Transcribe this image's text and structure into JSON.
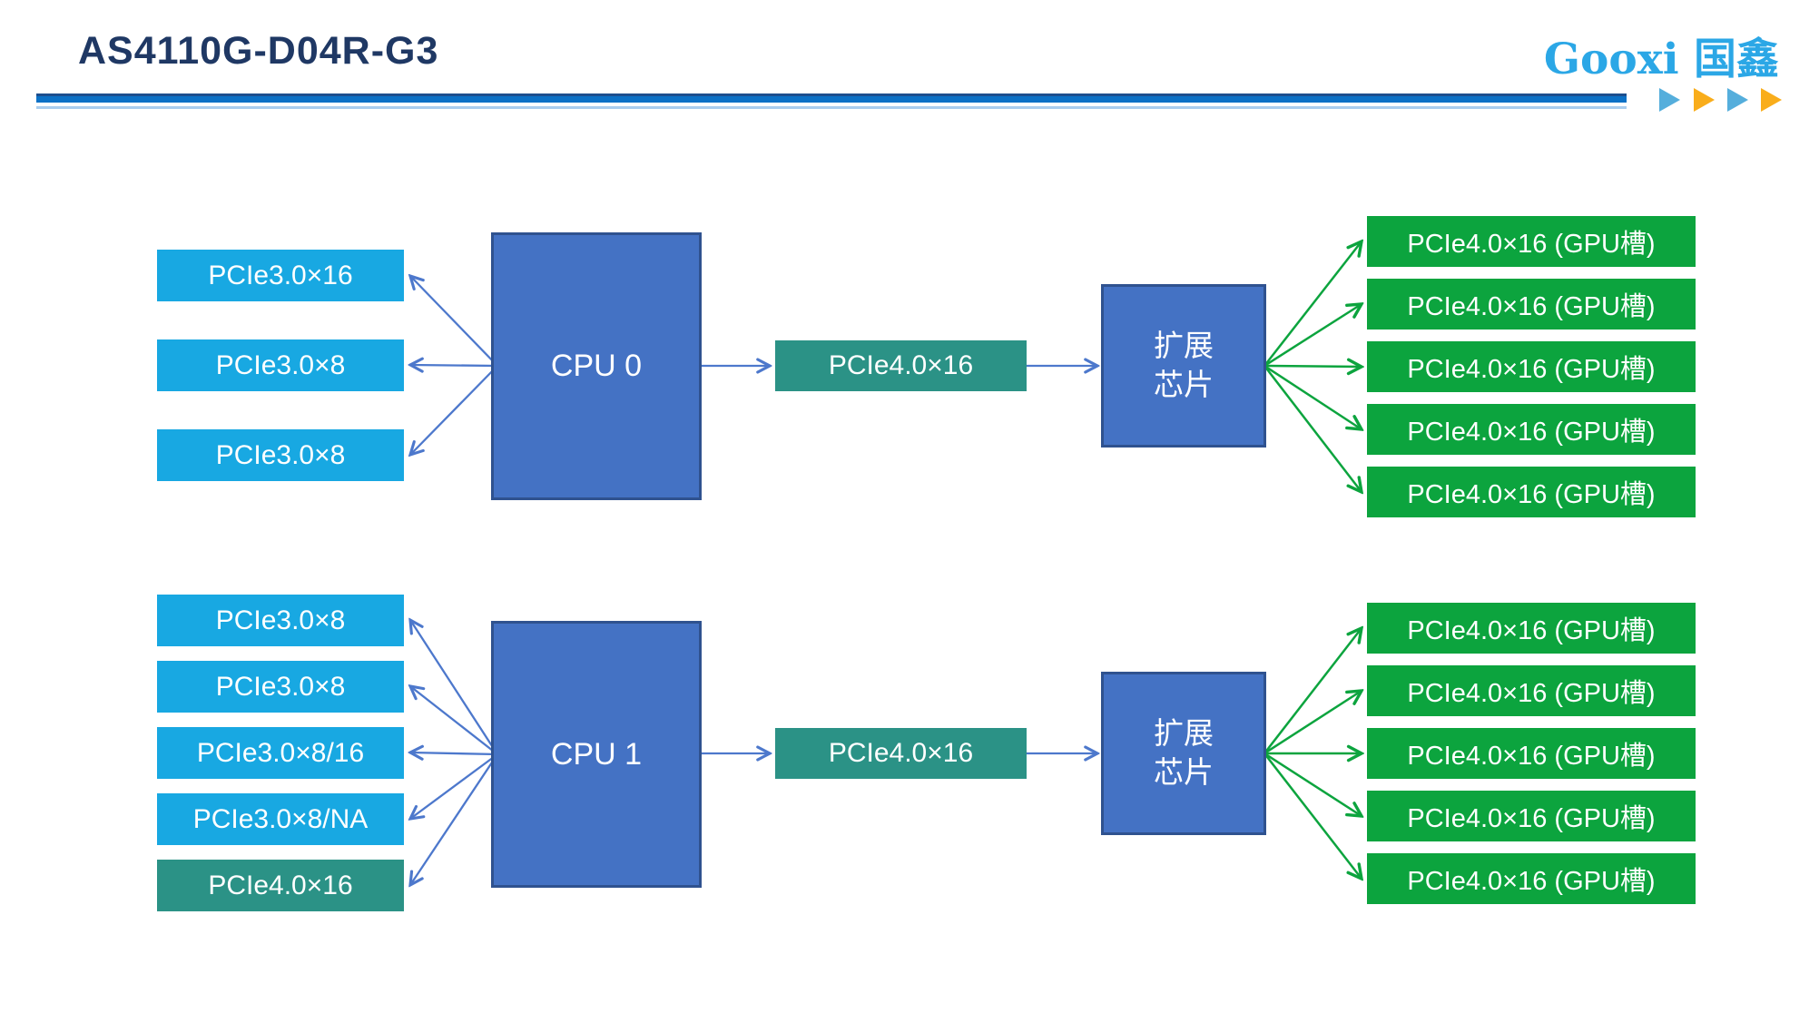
{
  "header": {
    "title": "AS4110G-D04R-G3",
    "logo_text": "Gooxi 国鑫"
  },
  "colors": {
    "title_navy": "#1F3864",
    "logo_blue": "#2BA7E6",
    "divider_blue": "#0C71C6",
    "divider_underline": "#A9CDEE",
    "triangle_blue": "#55AEDC",
    "triangle_orange": "#F9AD1B",
    "slot_cyan": "#18A8E2",
    "link_teal": "#2B9286",
    "gpu_green": "#0CA43E",
    "cpu_fill": "#4472C4",
    "cpu_border": "#2F528F",
    "arrow_blue": "#4D78CC",
    "arrow_green": "#0CA43E"
  },
  "diagram": {
    "top": {
      "cpu_label": "CPU 0",
      "left_slots": [
        "PCIe3.0×16",
        "PCIe3.0×8",
        "PCIe3.0×8"
      ],
      "link_label": "PCIe4.0×16",
      "expander_line1": "扩展",
      "expander_line2": "芯片",
      "gpu_slots": [
        "PCIe4.0×16 (GPU槽)",
        "PCIe4.0×16 (GPU槽)",
        "PCIe4.0×16 (GPU槽)",
        "PCIe4.0×16 (GPU槽)",
        "PCIe4.0×16 (GPU槽)"
      ]
    },
    "bottom": {
      "cpu_label": "CPU 1",
      "left_slots": [
        "PCIe3.0×8",
        "PCIe3.0×8",
        "PCIe3.0×8/16",
        "PCIe3.0×8/NA",
        "PCIe4.0×16"
      ],
      "link_label": "PCIe4.0×16",
      "expander_line1": "扩展",
      "expander_line2": "芯片",
      "gpu_slots": [
        "PCIe4.0×16 (GPU槽)",
        "PCIe4.0×16 (GPU槽)",
        "PCIe4.0×16 (GPU槽)",
        "PCIe4.0×16 (GPU槽)",
        "PCIe4.0×16 (GPU槽)"
      ]
    }
  }
}
